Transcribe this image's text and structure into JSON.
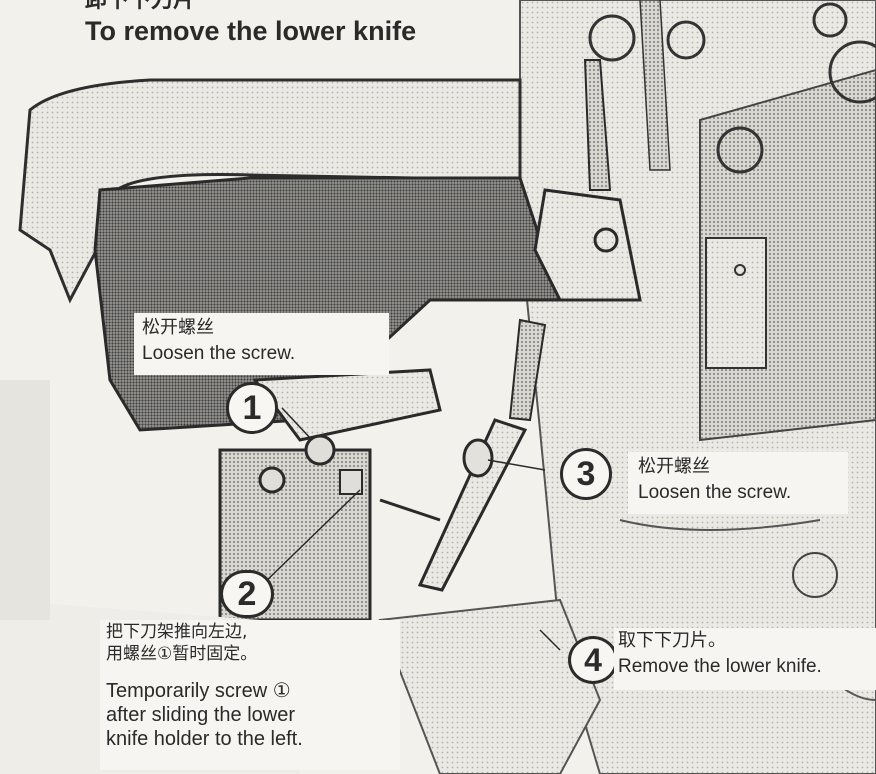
{
  "heading": {
    "top_cut_text": "卸下下刀片",
    "title": "To remove the lower knife"
  },
  "callouts": [
    {
      "number": "1",
      "zh": "松开螺丝",
      "en": "Loosen the screw."
    },
    {
      "number": "2",
      "zh_lines": [
        "把下刀架推向左边,",
        "用螺丝①暂时固定。"
      ],
      "en_lines": [
        "Temporarily screw ①",
        "after sliding the lower",
        "knife holder to the left."
      ]
    },
    {
      "number": "3",
      "zh": "松开螺丝",
      "en": "Loosen the screw."
    },
    {
      "number": "4",
      "zh": "取下下刀片。",
      "en": "Remove the lower knife."
    }
  ],
  "colors": {
    "paper": "#f3f1ec",
    "ink": "#2a2a2a",
    "halftone": "#9a9a98"
  }
}
